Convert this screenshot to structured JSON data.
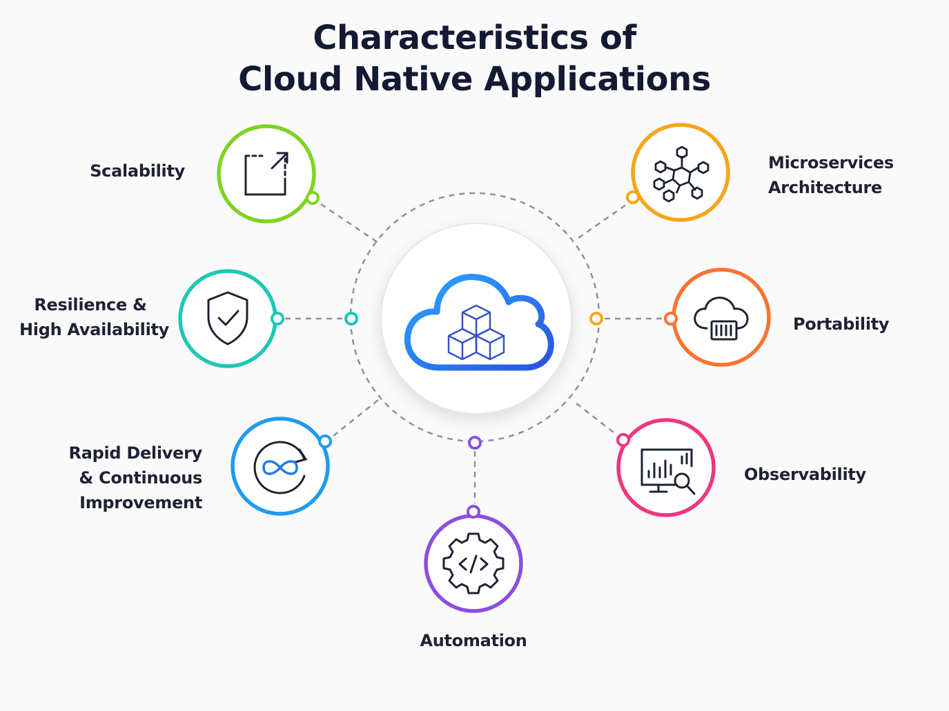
{
  "title": {
    "line1": "Characteristics of",
    "line2": "Cloud Native Applications"
  },
  "center": {
    "icon": "cloud-containers-icon"
  },
  "colors": {
    "scalability": "#7ed321",
    "resilience": "#1fc7b4",
    "rapid_delivery": "#1f9bf0",
    "automation": "#8b4fe0",
    "observability": "#f0357f",
    "portability": "#fa7330",
    "microservices": "#f7a51a",
    "center_cloud": "#1e88e5",
    "text": "#141a33"
  },
  "characteristics": {
    "scalability": {
      "lines": [
        "Scalability"
      ],
      "icon": "resize-arrows-icon"
    },
    "resilience": {
      "lines": [
        "Resilience &",
        "High Availability"
      ],
      "icon": "shield-check-icon"
    },
    "rapid_delivery": {
      "lines": [
        "Rapid Delivery",
        "& Continuous",
        "Improvement"
      ],
      "icon": "infinity-loop-icon"
    },
    "automation": {
      "lines": [
        "Automation"
      ],
      "icon": "gear-code-icon"
    },
    "observability": {
      "lines": [
        "Observability"
      ],
      "icon": "monitor-chart-search-icon"
    },
    "portability": {
      "lines": [
        "Portability"
      ],
      "icon": "cloud-container-icon"
    },
    "microservices": {
      "lines": [
        "Microservices",
        "Architecture"
      ],
      "icon": "hexagon-network-icon"
    }
  }
}
